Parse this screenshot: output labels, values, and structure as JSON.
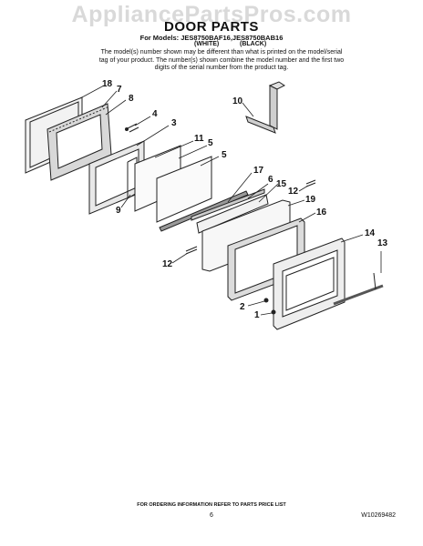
{
  "watermark": "AppliancePartsPros.com",
  "header": {
    "title": "DOOR PARTS",
    "models": "For Models: JES8750BAF16,JES8750BAB16",
    "variant_white": "(WHITE)",
    "variant_black": "(BLACK)",
    "note": "The model(s) number shown may be different than what is printed on the model/serial tag of your product. The number(s) shown combine the model number and the first two digits of the serial number from the product tag."
  },
  "callouts": {
    "c18": "18",
    "c7": "7",
    "c8": "8",
    "c4": "4",
    "c3": "3",
    "c11": "11",
    "c5a": "5",
    "c5b": "5",
    "c9": "9",
    "c10": "10",
    "c17": "17",
    "c6": "6",
    "c15": "15",
    "c12a": "12",
    "c19": "19",
    "c16": "16",
    "c12b": "12",
    "c14": "14",
    "c13": "13",
    "c2": "2",
    "c1": "1"
  },
  "footer": {
    "ordering": "FOR ORDERING INFORMATION REFER TO PARTS PRICE LIST",
    "page": "6",
    "doc_number": "W10269482"
  }
}
